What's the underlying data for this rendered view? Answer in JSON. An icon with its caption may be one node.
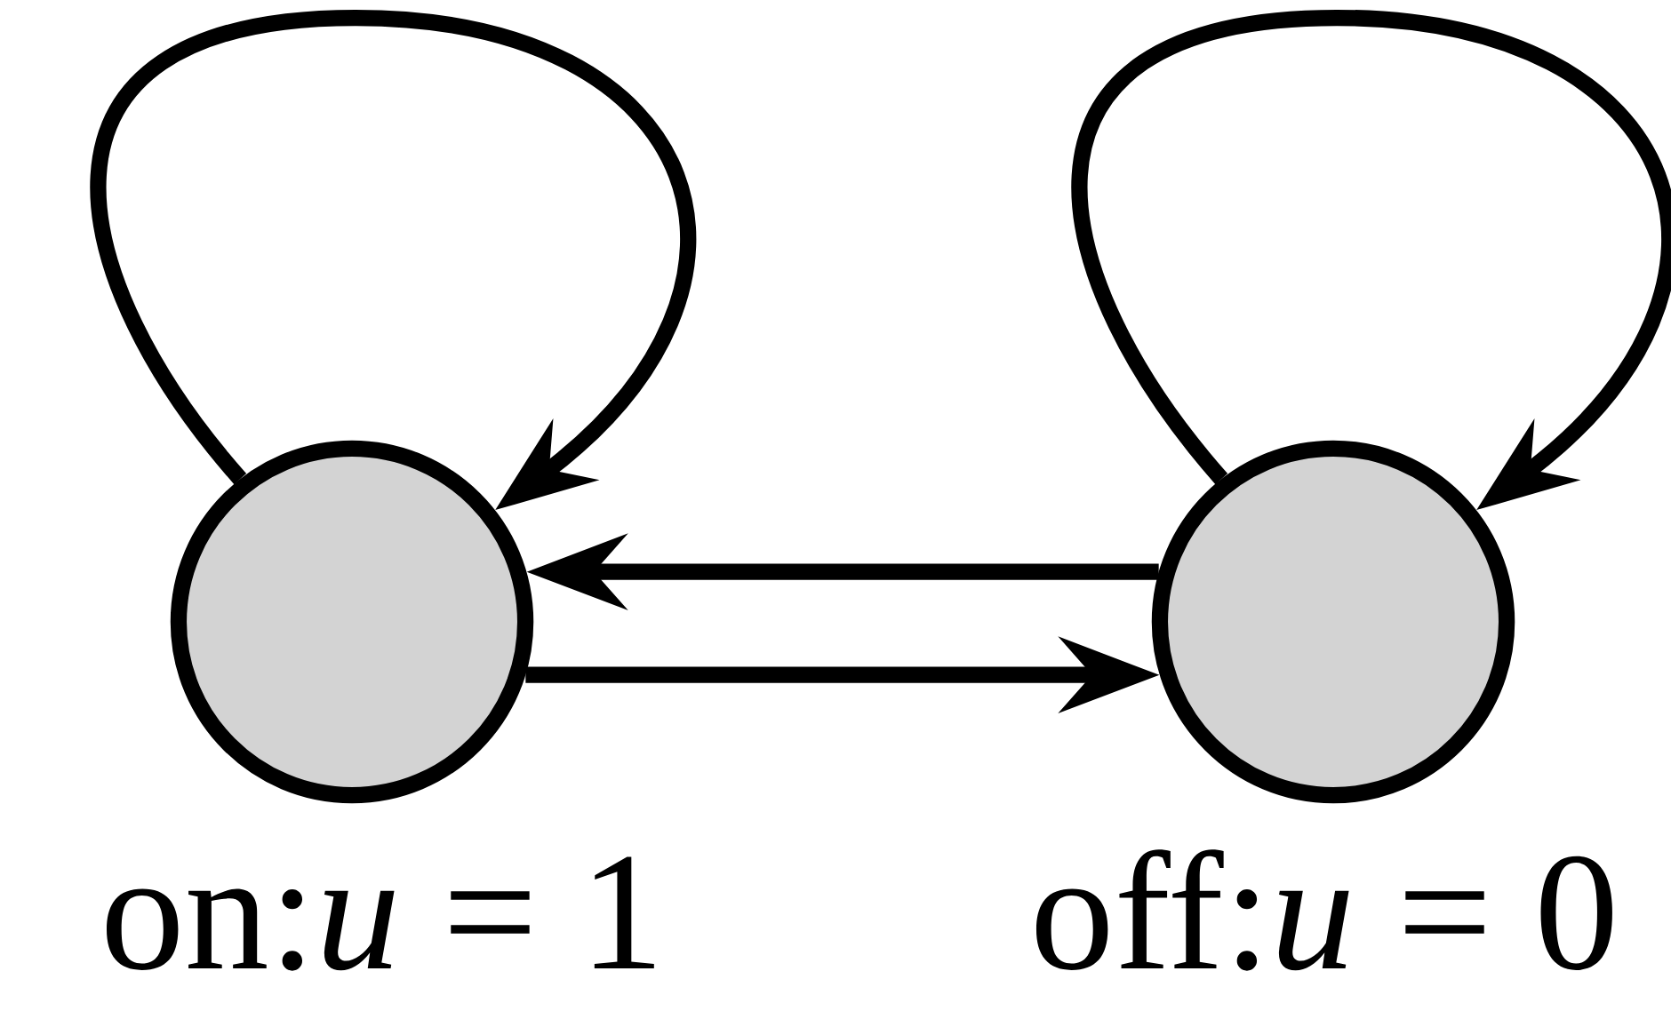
{
  "diagram": {
    "nodes": [
      {
        "text": [],
        "shape": "circle",
        "beside": [
          "on:*u* = 1"
        ]
      },
      {
        "text": [],
        "shape": "circle",
        "beside": [
          "off:*u* = 0"
        ]
      }
    ],
    "edges": [
      {
        "from": 0,
        "to": 0,
        "arrow": "to"
      },
      {
        "from": 1,
        "to": 1,
        "arrow": "to"
      },
      {
        "from": 1,
        "to": 0,
        "arrow": "to"
      },
      {
        "from": 0,
        "to": 1,
        "arrow": "to"
      }
    ]
  }
}
